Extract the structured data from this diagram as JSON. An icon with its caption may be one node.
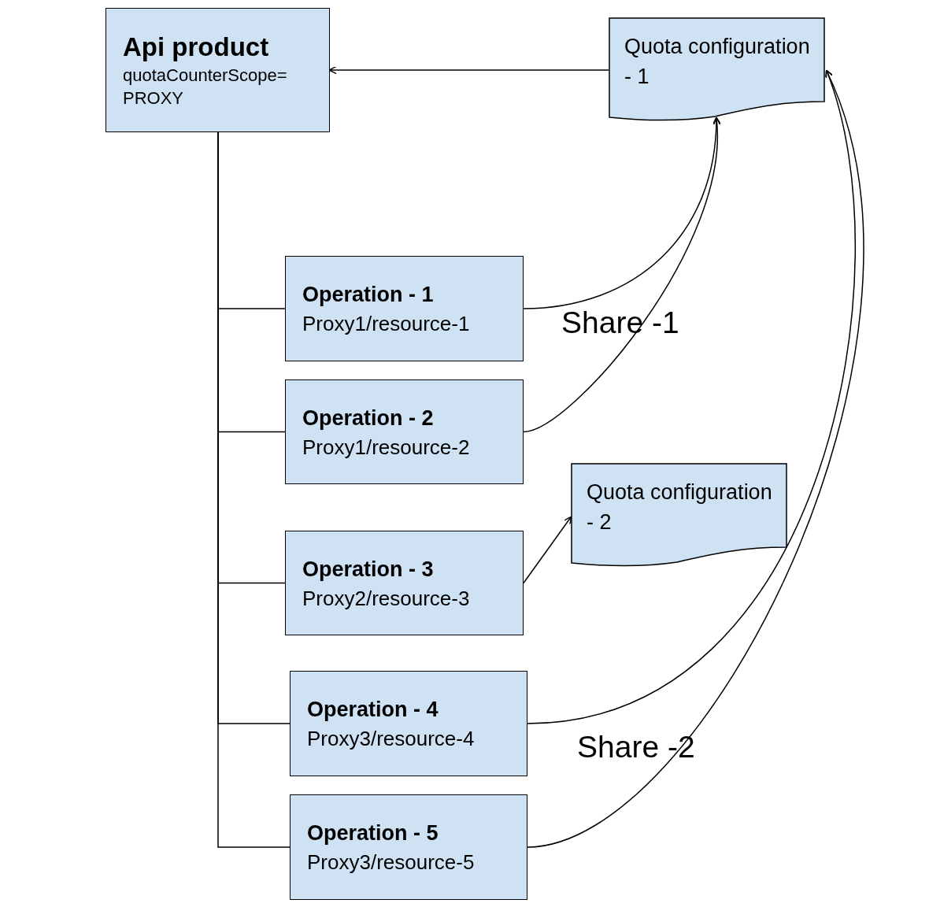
{
  "diagram": {
    "nodes": [
      {
        "text": [
          "Api product",
          "quotaCounterScope= PROXY"
        ]
      },
      {
        "text": [
          "Quota configuration - 1"
        ]
      },
      {
        "text": [
          "Operation - 1",
          "Proxy1/resource-1"
        ]
      },
      {
        "text": [
          "Operation - 2",
          "Proxy1/resource-2"
        ]
      },
      {
        "text": [
          "Quota configuration - 2"
        ]
      },
      {
        "text": [
          "Operation - 3",
          "Proxy2/resource-3"
        ]
      },
      {
        "text": [
          "Operation - 4",
          "Proxy3/resource-4"
        ]
      },
      {
        "text": [
          "Operation - 5",
          "Proxy3/resource-5"
        ]
      }
    ],
    "edges": [
      {
        "from": 1,
        "to": 0,
        "arrow": "to"
      },
      {
        "from": 0,
        "to": 2,
        "arrow": "none"
      },
      {
        "from": 0,
        "to": 3,
        "arrow": "none"
      },
      {
        "from": 0,
        "to": 5,
        "arrow": "none"
      },
      {
        "from": 0,
        "to": 6,
        "arrow": "none"
      },
      {
        "from": 0,
        "to": 7,
        "arrow": "none"
      },
      {
        "from": 2,
        "to": 1,
        "arrow": "to"
      },
      {
        "from": 3,
        "to": 1,
        "arrow": "to"
      },
      {
        "from": 5,
        "to": 4,
        "arrow": "to"
      },
      {
        "from": 6,
        "to": 1,
        "arrow": "to"
      },
      {
        "from": 7,
        "to": 1,
        "arrow": "to"
      }
    ],
    "labels": [
      "Share -1",
      "Share -2"
    ]
  }
}
